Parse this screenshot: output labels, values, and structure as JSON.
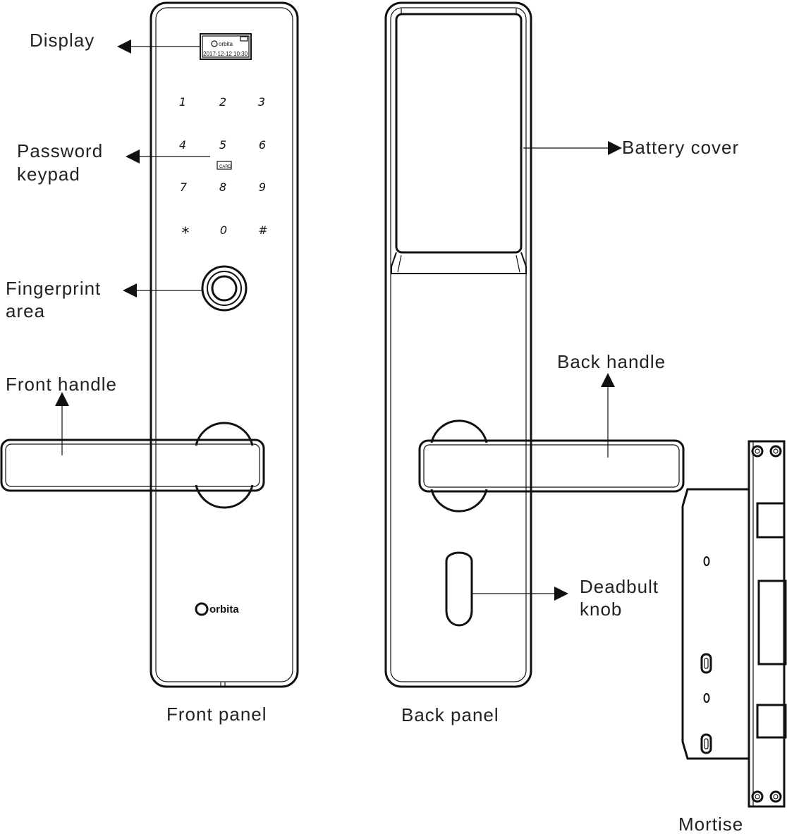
{
  "labels": {
    "display": "Display",
    "password_line1": "Password",
    "password_line2": "keypad",
    "fingerprint_line1": "Fingerprint",
    "fingerprint_line2": "area",
    "front_handle": "Front handle",
    "battery_cover": "Battery cover",
    "back_handle": "Back handle",
    "deadbolt_line1": "Deadbult",
    "deadbolt_line2": "knob"
  },
  "captions": {
    "front_panel": "Front panel",
    "back_panel": "Back panel",
    "mortise": "Mortise"
  },
  "screen": {
    "brand": "orbita",
    "date": "2017-12-12",
    "time": "10:30"
  },
  "keypad": {
    "keys": [
      "1",
      "2",
      "3",
      "4",
      "5",
      "6",
      "7",
      "8",
      "9",
      "*",
      "0",
      "#"
    ],
    "card_label": "CARD"
  },
  "logo_text": "orbita"
}
